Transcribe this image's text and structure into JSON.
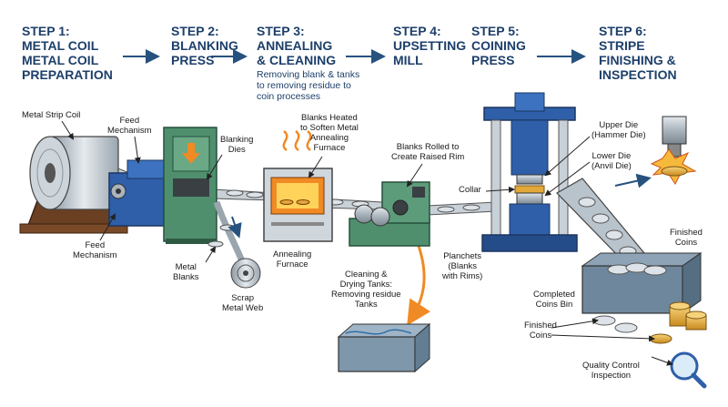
{
  "steps": [
    {
      "number": "STEP 1:",
      "title": "METAL COIL\nMETAL COIL\nPREPARATION"
    },
    {
      "number": "STEP 2:",
      "title": "BLANKING\nPRESS"
    },
    {
      "number": "STEP 3:",
      "title": "ANNEALING\n& CLEANING",
      "subtitle": "Removing blank & tanks\nto removing residue to\ncoin processes"
    },
    {
      "number": "STEP 4:",
      "title": "UPSETTING\nMILL"
    },
    {
      "number": "STEP 5:",
      "title": "COINING\nPRESS"
    },
    {
      "number": "STEP 6:",
      "title": "STRIPE\nFINISHING &\nINSPECTION"
    }
  ],
  "labels": {
    "metal_strip_coil": "Metal Strip Coil",
    "feed_mechanism_top": "Feed\nMechanism",
    "feed_mechanism_bottom": "Feed\nMechanism",
    "blanking_dies": "Blanking\nDies",
    "metal_blanks": "Metal\nBlanks",
    "scrap_metal_web": "Scrap\nMetal Web",
    "blanks_heated": "Blanks Heated\nto Soften Metal\nAnnealing\nFurnace",
    "annealing_furnace": "Annealing\nFurnace",
    "cleaning_drying": "Cleaning &\nDrying Tanks:\nRemoving residue\nTanks",
    "blanks_rolled": "Blanks Rolled to\nCreate Raised Rim",
    "planchets": "Planchets\n(Blanks\nwith Rims)",
    "collar": "Collar",
    "upper_die": "Upper Die\n(Hammer Die)",
    "lower_die": "Lower Die\n(Anvil Die)",
    "finished_coins_right": "Finished\nCoins",
    "completed_coins_bin": "Completed\nCoins Bin",
    "finished_coins_bottom": "Finished\nCoins",
    "quality_control": "Quality Control\nInspection"
  },
  "colors": {
    "heading": "#1d3f6a",
    "arrow": "#27527f",
    "machine_blue": "#2f5fa8",
    "machine_green": "#4f8f6e",
    "furnace_orange": "#f08a24",
    "steel": "#b9c3cc",
    "coin_gold": "#e2a83a"
  }
}
